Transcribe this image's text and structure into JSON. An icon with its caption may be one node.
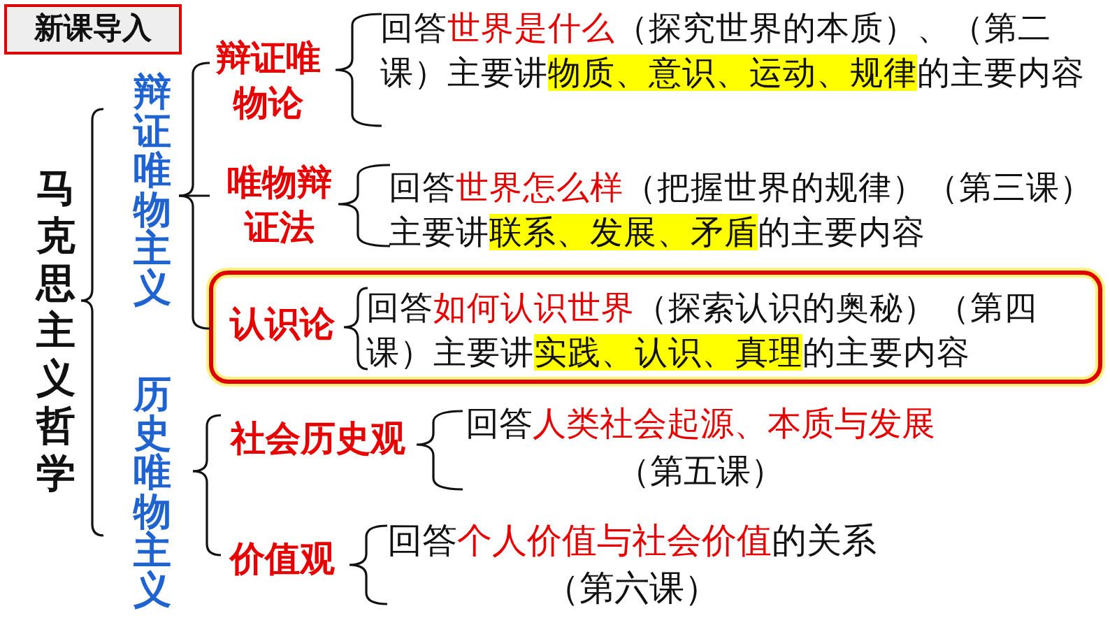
{
  "diagram": {
    "title": "新课导入",
    "nodes": [
      {
        "text": [
          "马克思主义哲学"
        ]
      },
      {
        "text": [
          "辩证唯物主义"
        ]
      },
      {
        "text": [
          "历史唯物主义"
        ]
      },
      {
        "text": [
          "辩证唯物论"
        ]
      },
      {
        "text": [
          "唯物辩证法"
        ]
      },
      {
        "text": [
          "认识论"
        ]
      },
      {
        "text": [
          "社会历史观"
        ]
      },
      {
        "text": [
          "价值观"
        ]
      },
      {
        "text": [
          "回答**世界是什么**（探究世界的本质）、（第二课）主要讲**物质、意识、运动、规律**的主要内容"
        ]
      },
      {
        "text": [
          "回答**世界怎么样**（把握世界的规律）（第三课）主要讲**联系、发展、矛盾**的主要内容"
        ]
      },
      {
        "text": [
          "回答**如何认识世界**（探索认识的奥秘）（第四课）主要讲**实践、认识、真理**的主要内容"
        ]
      },
      {
        "text": [
          "回答**人类社会起源、本质与发展**（第五课）"
        ]
      },
      {
        "text": [
          "回答**个人价值与社会价值**的关系（第六课）"
        ]
      }
    ],
    "edges": [
      {
        "from": 0,
        "to": 1,
        "arrow": "none"
      },
      {
        "from": 0,
        "to": 2,
        "arrow": "none"
      },
      {
        "from": 1,
        "to": 3,
        "arrow": "none"
      },
      {
        "from": 1,
        "to": 4,
        "arrow": "none"
      },
      {
        "from": 1,
        "to": 5,
        "arrow": "none"
      },
      {
        "from": 2,
        "to": 6,
        "arrow": "none"
      },
      {
        "from": 2,
        "to": 7,
        "arrow": "none"
      },
      {
        "from": 3,
        "to": 8,
        "arrow": "none"
      },
      {
        "from": 4,
        "to": 9,
        "arrow": "none"
      },
      {
        "from": 5,
        "to": 10,
        "arrow": "none"
      },
      {
        "from": 6,
        "to": 11,
        "arrow": "none"
      },
      {
        "from": 7,
        "to": 12,
        "arrow": "none"
      }
    ]
  }
}
